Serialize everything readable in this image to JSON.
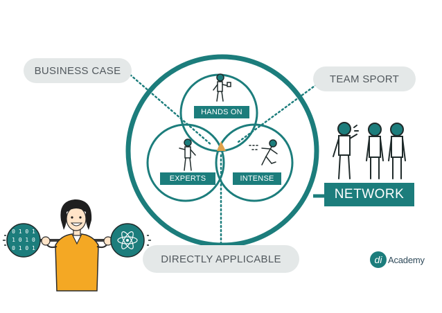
{
  "labels": {
    "business_case": "BUSINESS CASE",
    "team_sport": "TEAM SPORT",
    "directly_applicable": "DIRECTLY APPLICABLE",
    "network": "NETWORK",
    "hands_on": "HANDS ON",
    "experts": "EXPERTS",
    "intense": "INTENSE"
  },
  "logo": {
    "mark": "di",
    "text": "Academy"
  },
  "barbell": {
    "left_plate_digits": "0 1 0 1\n1 0 1 0\n0 1 0 1",
    "right_plate_icon": "atom-icon"
  },
  "colors": {
    "teal": "#1c7d7c",
    "pill_bg": "#e4e8e8",
    "pill_text": "#51585d",
    "center_triangle": "#e0a24a",
    "shirt": "#f4a824"
  }
}
